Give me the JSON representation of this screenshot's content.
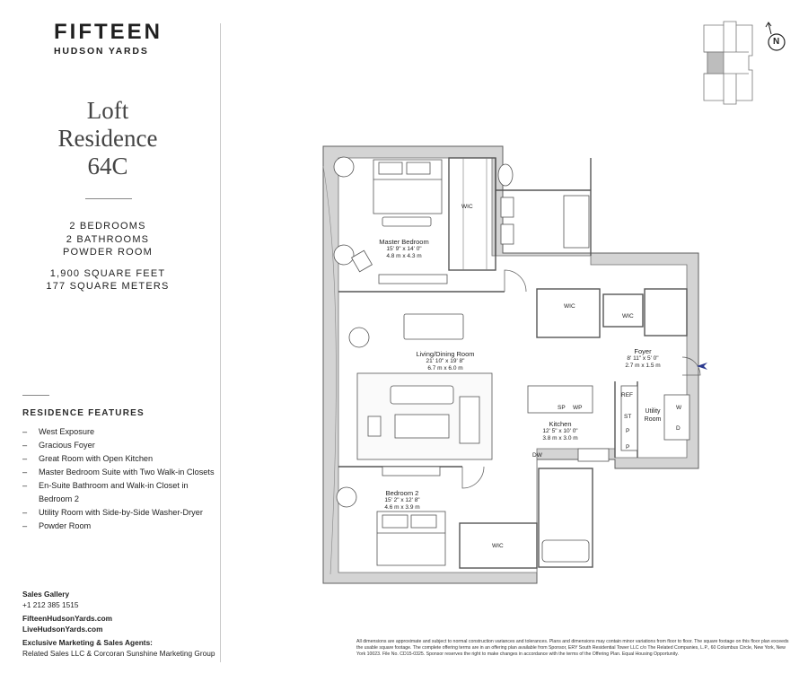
{
  "brand": {
    "name_line1": "FIFTEEN",
    "name_line2": "HUDSON YARDS"
  },
  "residence": {
    "title_line1": "Loft",
    "title_line2": "Residence",
    "title_line3": "64C",
    "bedrooms": "2 BEDROOMS",
    "bathrooms": "2 BATHROOMS",
    "powder": "POWDER ROOM",
    "sq_feet": "1,900 SQUARE FEET",
    "sq_meters": "177 SQUARE METERS"
  },
  "features": {
    "heading": "RESIDENCE FEATURES",
    "dash": "–",
    "items": [
      "West Exposure",
      "Gracious Foyer",
      "Great Room with Open Kitchen",
      "Master Bedroom Suite with Two Walk-in Closets",
      "En-Suite Bathroom and Walk-in Closet in Bedroom 2",
      "Utility Room with Side-by-Side Washer-Dryer",
      "Powder Room"
    ]
  },
  "contact": {
    "gallery_label": "Sales Gallery",
    "phone": "+1 212 385 1515",
    "site1": "FifteenHudsonYards.com",
    "site2": "LiveHudsonYards.com",
    "agents_label": "Exclusive Marketing & Sales Agents:",
    "agents": "Related Sales LLC & Corcoran Sunshine Marketing Group"
  },
  "north_label": "N",
  "plan": {
    "rooms": {
      "master_name": "Master Bedroom",
      "master_dim1": "15' 9\" x 14' 0\"",
      "master_dim2": "4.8 m x 4.3 m",
      "living_name": "Living/Dining Room",
      "living_dim1": "21' 10\" x 19' 8\"",
      "living_dim2": "6.7 m x 6.0 m",
      "bed2_name": "Bedroom 2",
      "bed2_dim1": "15' 2\" x 12' 8\"",
      "bed2_dim2": "4.6 m x 3.9 m",
      "kitchen_name": "Kitchen",
      "kitchen_dim1": "12' 5\" x 10' 0\"",
      "kitchen_dim2": "3.8 m x 3.0 m",
      "foyer_name": "Foyer",
      "foyer_dim1": "8' 11\" x 5' 0\"",
      "foyer_dim2": "2.7 m x 1.5 m",
      "utility_line1": "Utility",
      "utility_line2": "Room"
    },
    "labels": {
      "wic": "WIC",
      "ref": "REF",
      "st": "ST",
      "p": "P",
      "dw": "DW",
      "sp": "SP",
      "wp": "WP",
      "w": "W",
      "d": "D"
    }
  },
  "disclaimer": "All dimensions are approximate and subject to normal construction variances and tolerances. Plans and dimensions may contain minor variations from floor to floor. The square footage on this floor plan exceeds the usable square footage. The complete offering terms are in an offering plan available from Sponsor, ERY South Residential Tower LLC c/o The Related Companies, L.P., 60 Columbus Circle, New York, New York 10023. File No. CD15-0325. Sponsor reserves the right to make changes in accordance with the terms of the Offering Plan. Equal Housing Opportunity.",
  "colors": {
    "wall": "#cfcfcf",
    "wall_stroke": "#6a6a6a",
    "line": "#4a4a4a",
    "accent_arrow": "#2b3a8f"
  }
}
